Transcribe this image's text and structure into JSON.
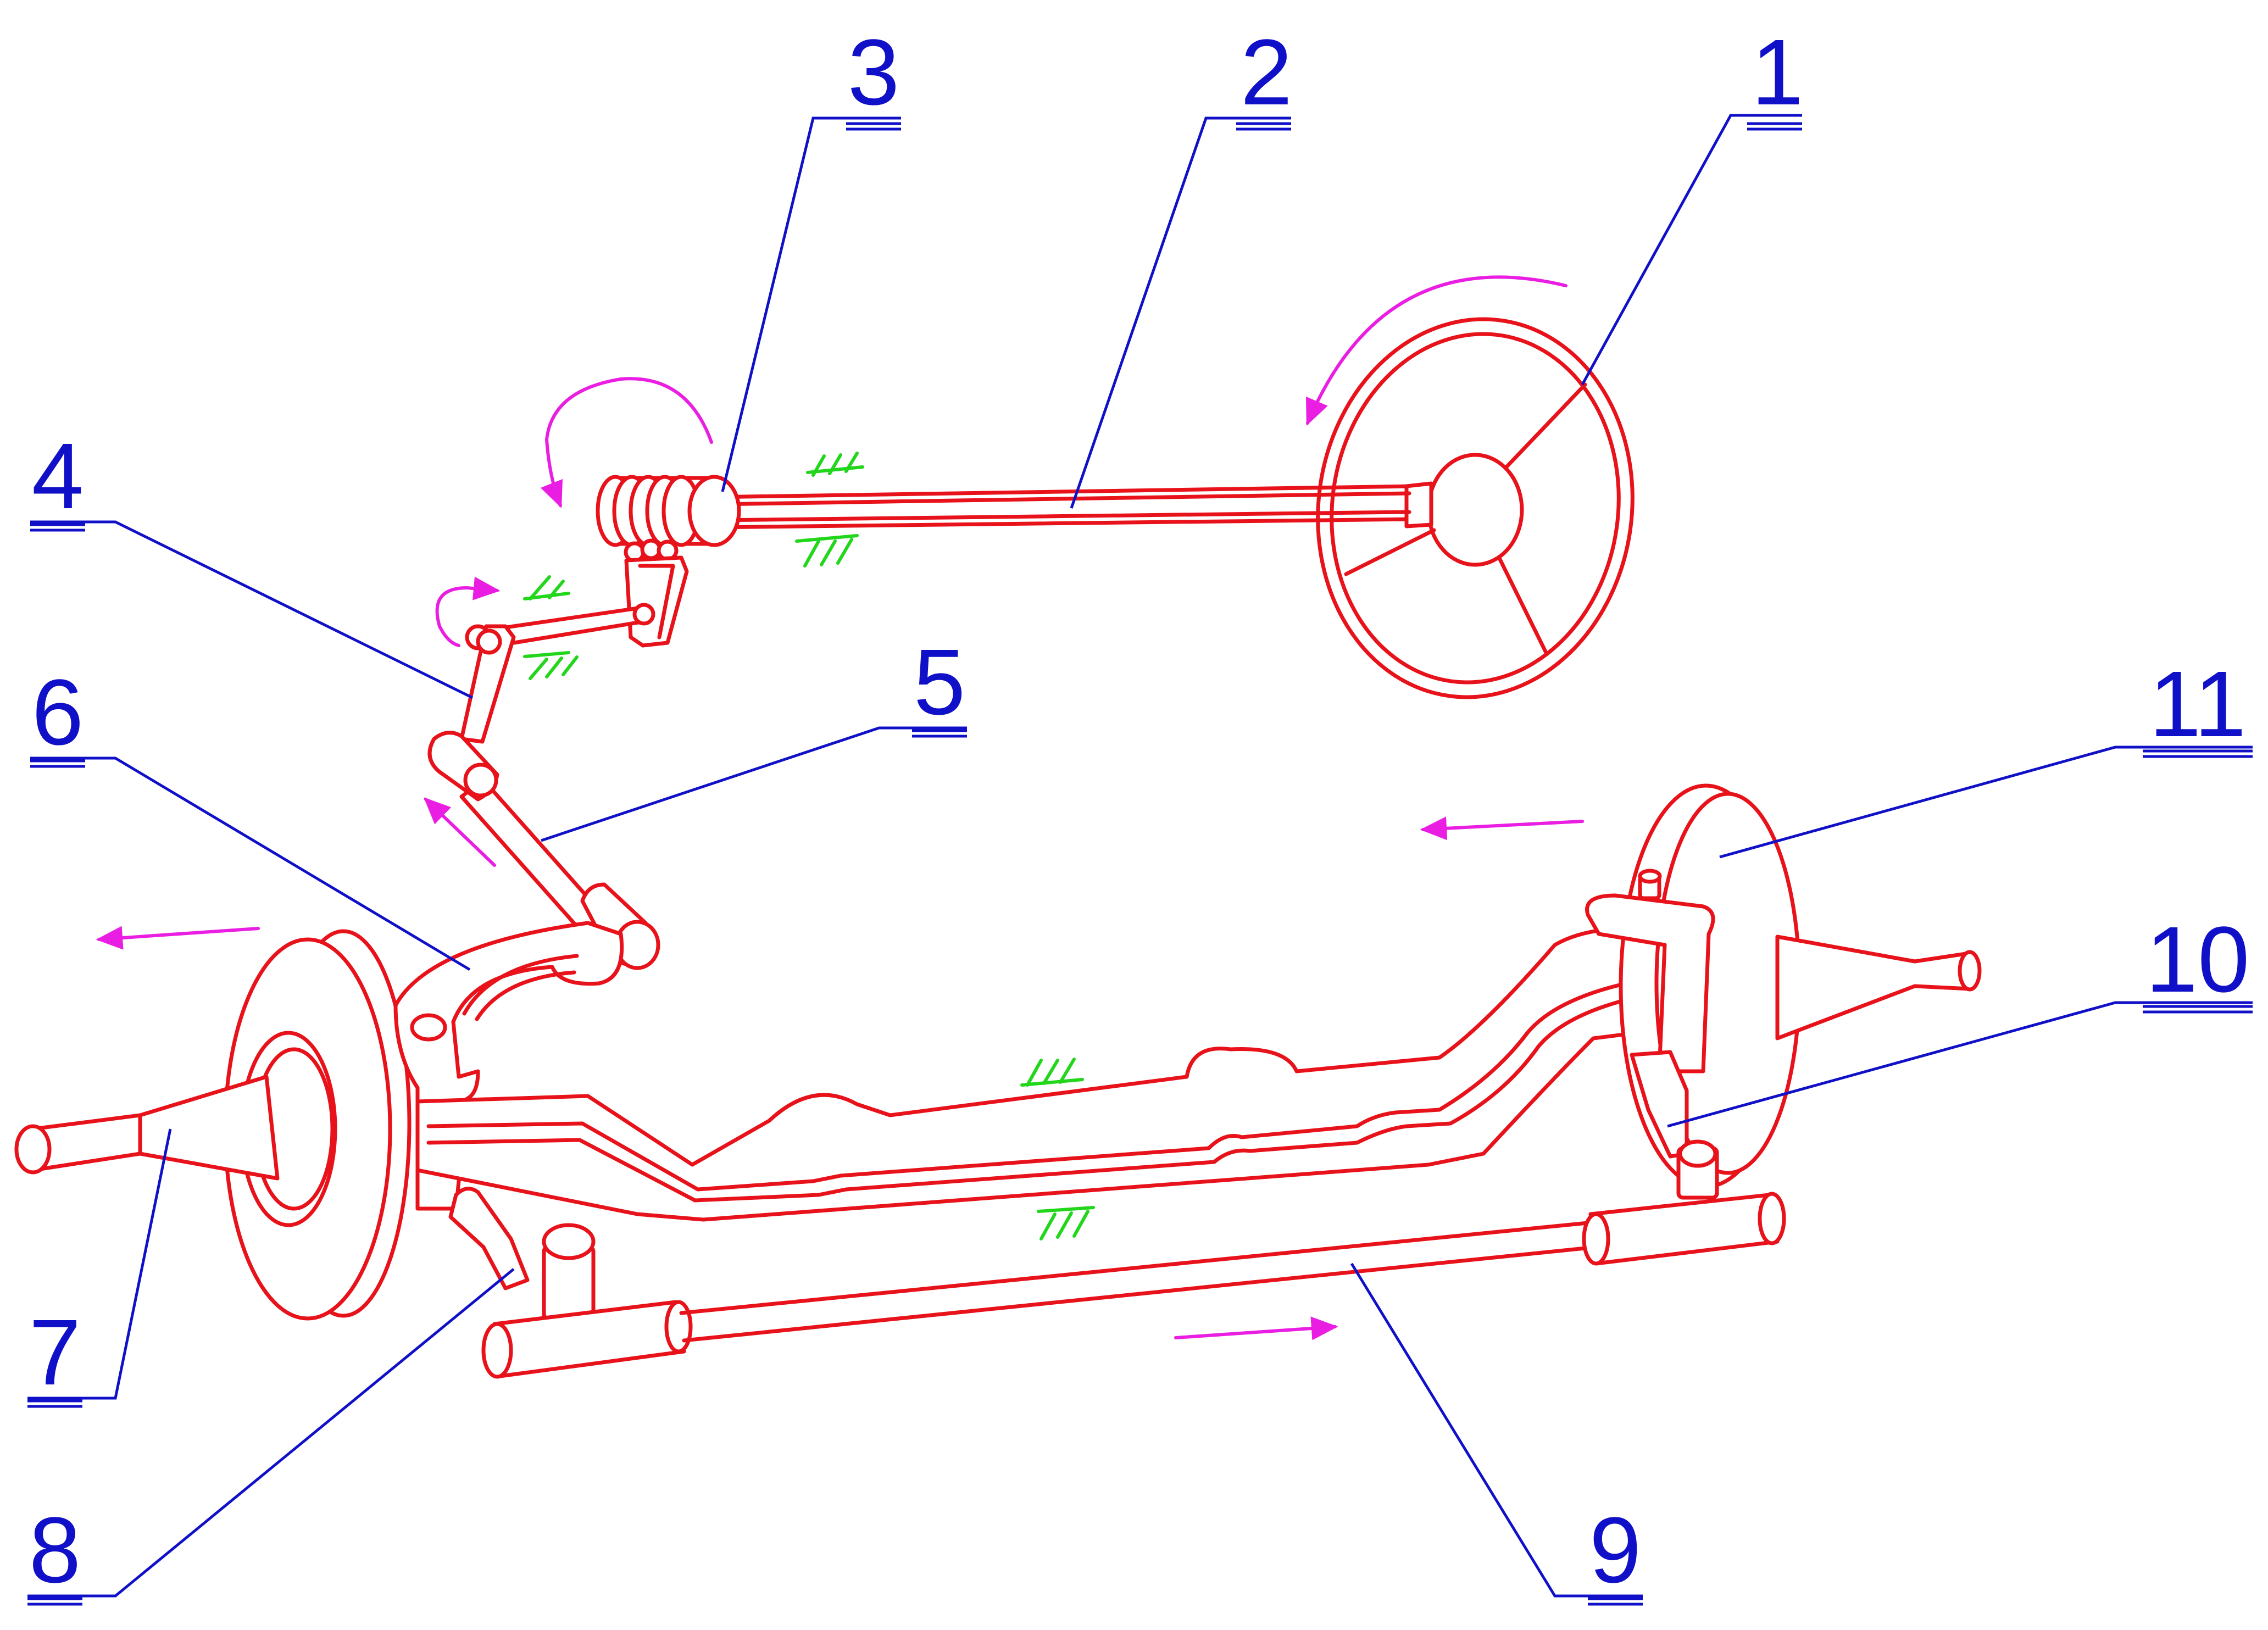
{
  "diagram": {
    "callouts": [
      {
        "id": "1",
        "label": "1"
      },
      {
        "id": "2",
        "label": "2"
      },
      {
        "id": "3",
        "label": "3"
      },
      {
        "id": "4",
        "label": "4"
      },
      {
        "id": "5",
        "label": "5"
      },
      {
        "id": "6",
        "label": "6"
      },
      {
        "id": "7",
        "label": "7"
      },
      {
        "id": "8",
        "label": "8"
      },
      {
        "id": "9",
        "label": "9"
      },
      {
        "id": "10",
        "label": "10"
      },
      {
        "id": "11",
        "label": "11"
      }
    ],
    "colors": {
      "mechanism": "#e8121b",
      "callouts": "#1010c8",
      "motion_arrows": "#ea1ee2",
      "ground_marks": "#22d61b",
      "background": "#ffffff"
    },
    "parts": [
      "steering-wheel",
      "steering-column",
      "steering-gear",
      "pitman-arm",
      "drag-link",
      "steering-knuckle-arm",
      "left-wheel-hub",
      "left-knuckle-arm",
      "tie-rod",
      "right-knuckle-arm",
      "right-wheel-hub",
      "front-axle-beam"
    ]
  }
}
